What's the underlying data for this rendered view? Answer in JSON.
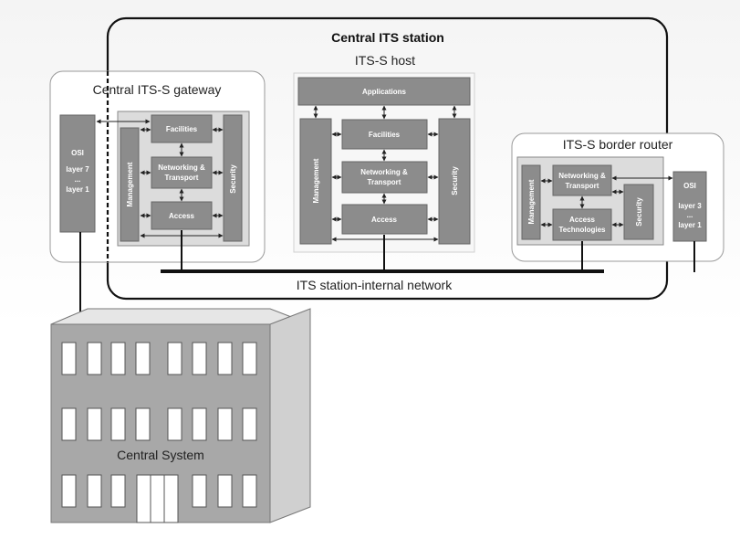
{
  "diagram": {
    "central_station_title": "Central ITS station",
    "gateway": {
      "title": "Central ITS-S gateway",
      "osi_label": "OSI",
      "osi_top": "layer 7",
      "osi_dots": "...",
      "osi_bottom": "layer 1",
      "facilities": "Facilities",
      "networking_l1": "Networking &",
      "networking_l2": "Transport",
      "access": "Access",
      "management": "Management",
      "security": "Security"
    },
    "host": {
      "title": "ITS-S host",
      "applications": "Applications",
      "facilities": "Facilities",
      "networking_l1": "Networking &",
      "networking_l2": "Transport",
      "access": "Access",
      "management": "Management",
      "security": "Security"
    },
    "router": {
      "title": "ITS-S border router",
      "networking_l1": "Networking &",
      "networking_l2": "Transport",
      "access_l1": "Access",
      "access_l2": "Technologies",
      "management": "Management",
      "security": "Security",
      "osi_label": "OSI",
      "osi_top": "layer 3",
      "osi_dots": "...",
      "osi_bottom": "layer 1"
    },
    "network_label": "ITS station-internal network",
    "central_system_label": "Central System"
  }
}
